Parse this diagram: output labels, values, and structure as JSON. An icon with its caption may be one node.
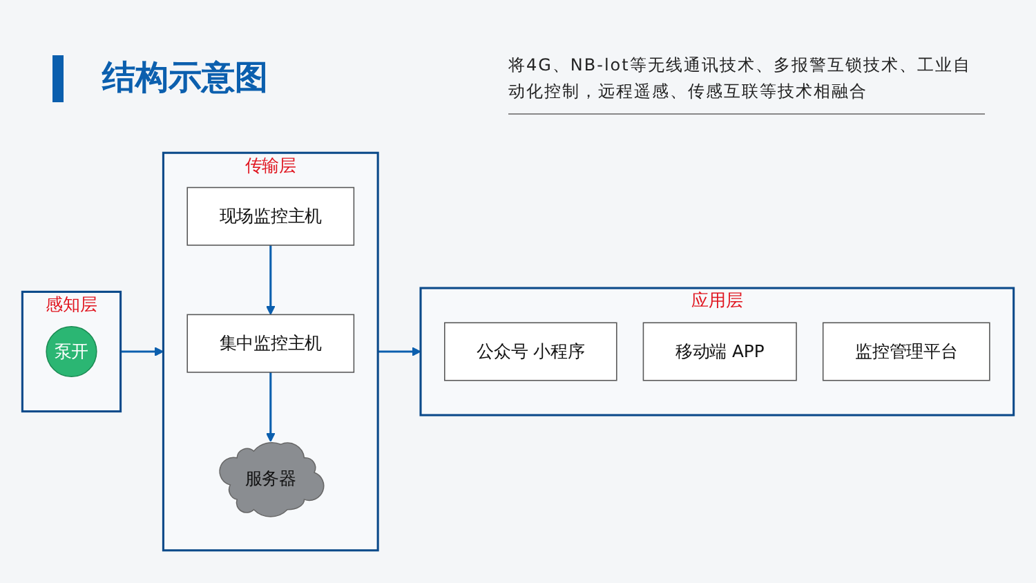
{
  "diagram": {
    "title": "结构示意图",
    "nodes": [
      {
        "text": [
          "感知层"
        ]
      },
      {
        "text": [
          "泵开"
        ],
        "in": 0
      },
      {
        "text": [
          "传输层"
        ]
      },
      {
        "text": [
          "现场监控主机"
        ],
        "in": 2
      },
      {
        "text": [
          "集中监控主机"
        ],
        "in": 2
      },
      {
        "text": [
          "服务器"
        ],
        "in": 2
      },
      {
        "text": [
          "应用层"
        ]
      },
      {
        "text": [
          "公众号 小程序"
        ],
        "in": 6
      },
      {
        "text": [
          "移动端 APP"
        ],
        "in": 6
      },
      {
        "text": [
          "监控管理平台"
        ],
        "in": 6
      }
    ],
    "edges": [
      {
        "from": 0,
        "to": 2,
        "arrow": "to"
      },
      {
        "from": 3,
        "to": 4,
        "arrow": "to"
      },
      {
        "from": 4,
        "to": 5,
        "arrow": "to"
      },
      {
        "from": 2,
        "to": 6,
        "arrow": "to"
      }
    ],
    "labels": [
      "将4G、NB-lot等无线通讯技术、多报警互锁技术、工业自动化控制，远程遥感、传感互联等技术相融合"
    ]
  }
}
